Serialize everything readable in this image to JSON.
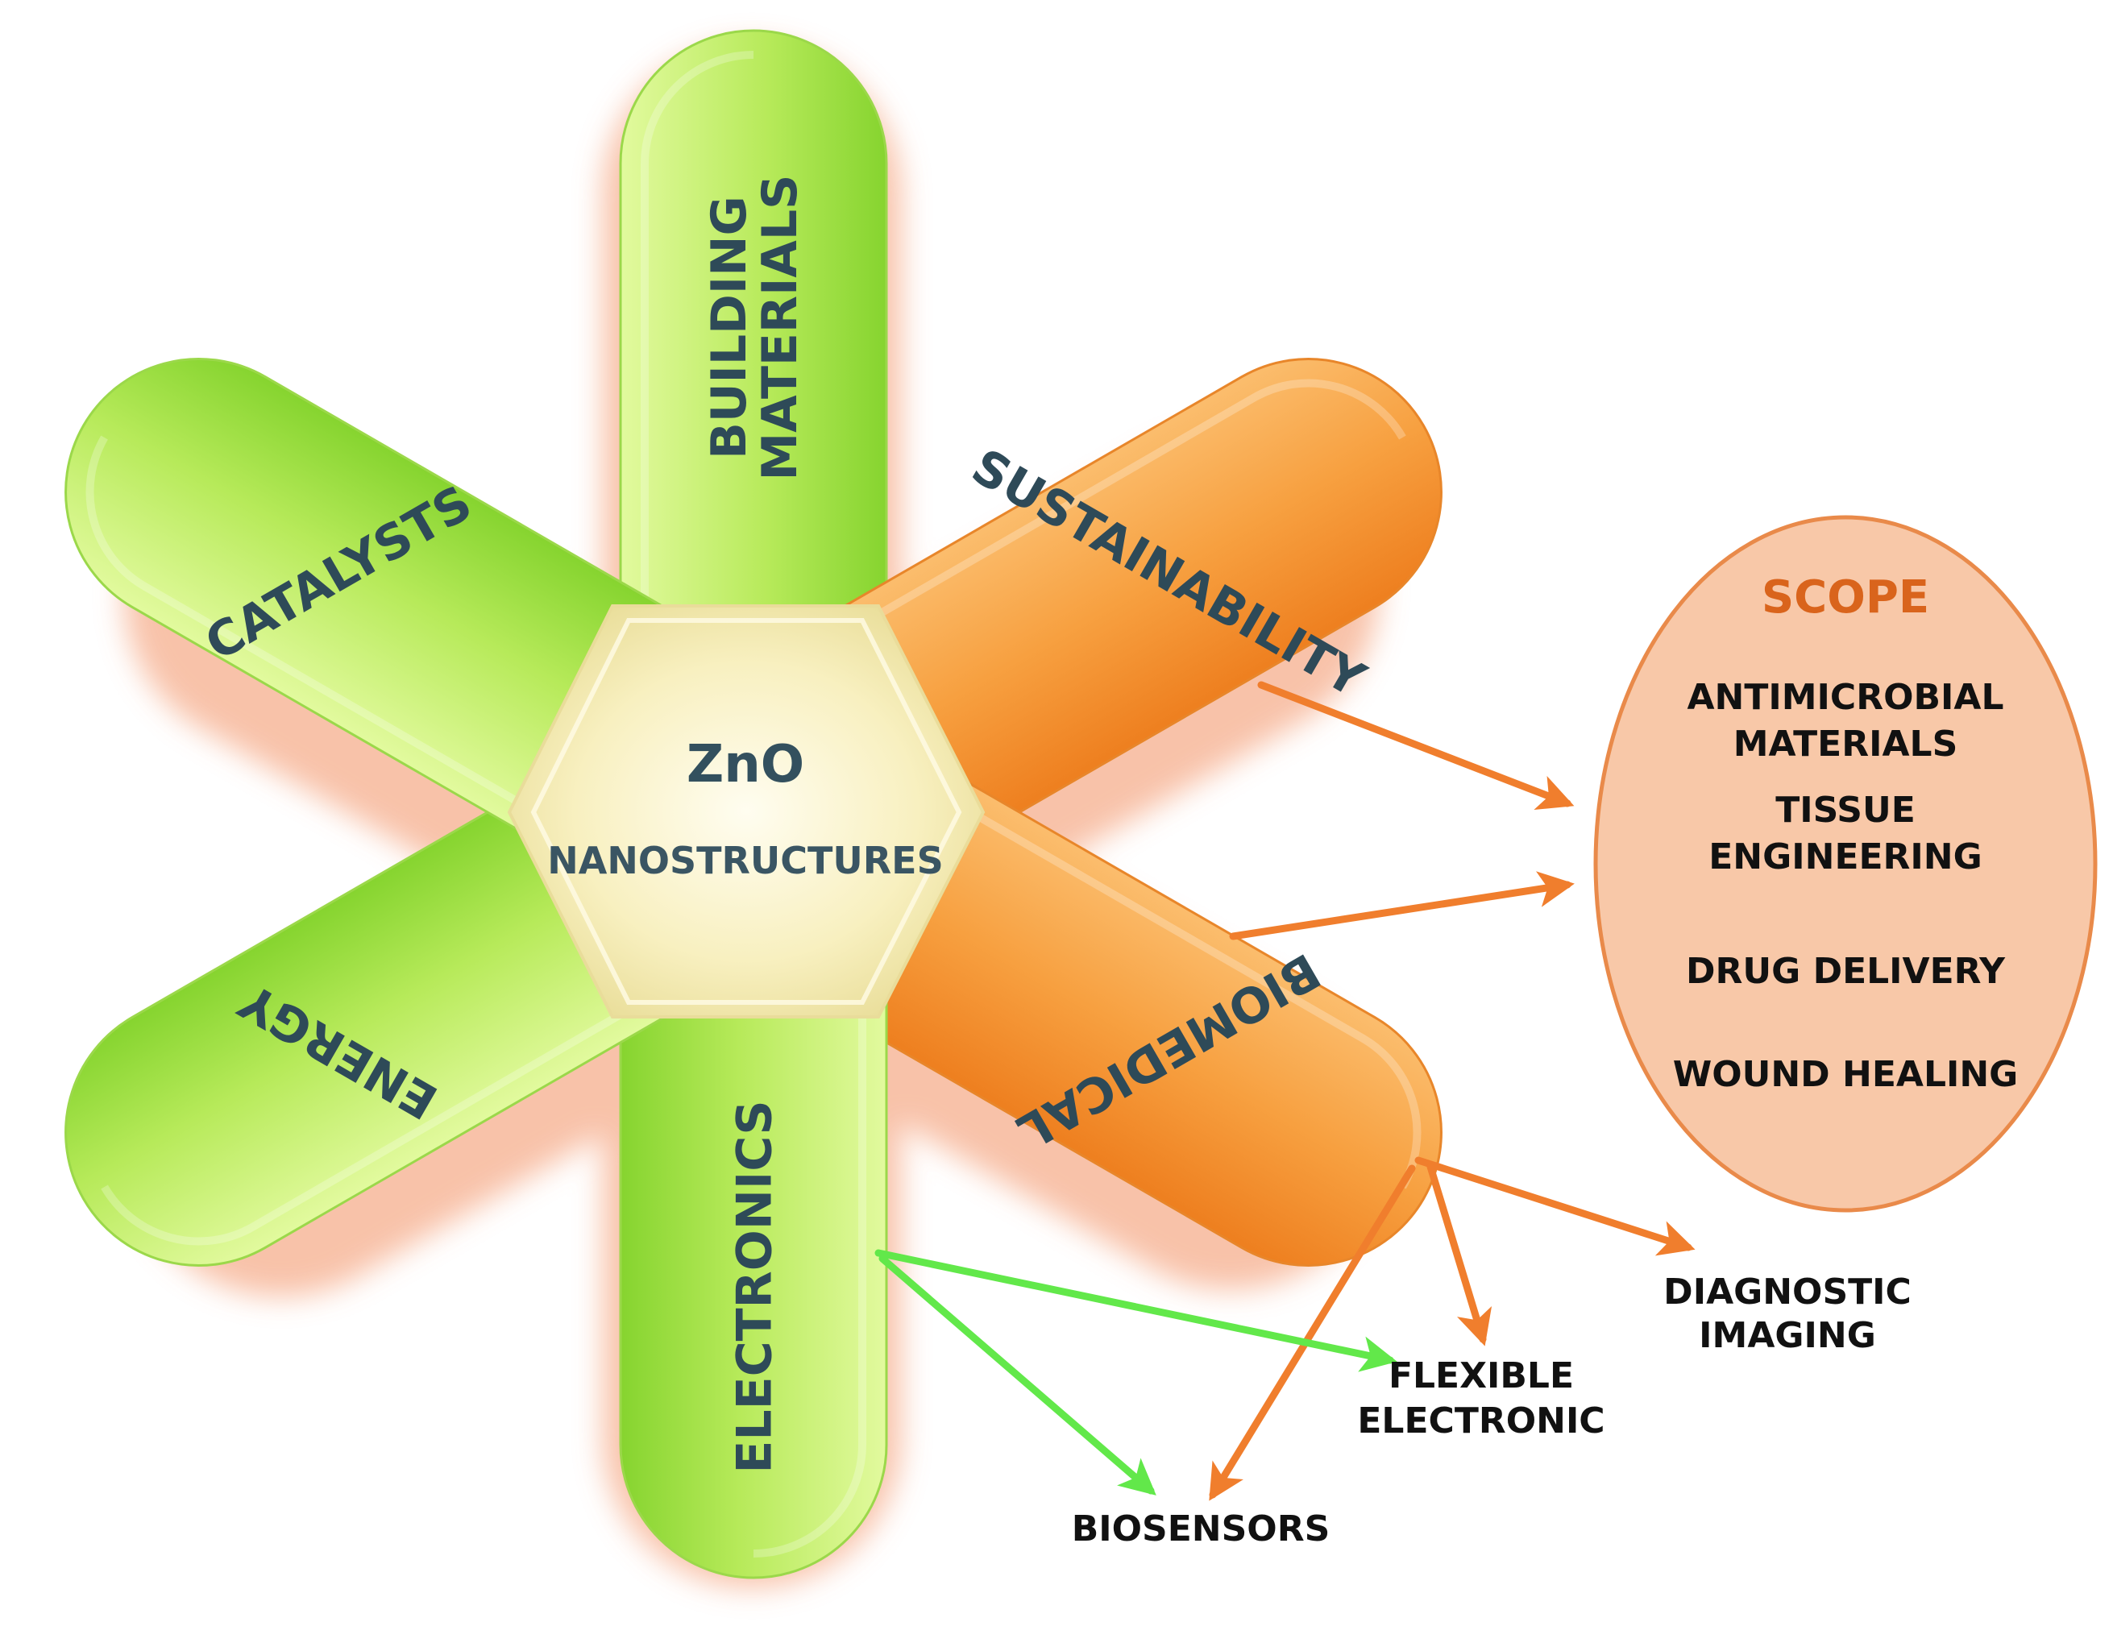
{
  "hub": {
    "title": "ZnO",
    "subtitle": "NANOSTRUCTURES"
  },
  "petals": [
    {
      "label_lines": [
        "BUILDING",
        "MATERIALS"
      ],
      "color": "green"
    },
    {
      "label_lines": [
        "SUSTAINABILITY"
      ],
      "color": "orange"
    },
    {
      "label_lines": [
        "BIOMEDICAL"
      ],
      "color": "orange"
    },
    {
      "label_lines": [
        "ELECTRONICS"
      ],
      "color": "green"
    },
    {
      "label_lines": [
        "ENERGY"
      ],
      "color": "green"
    },
    {
      "label_lines": [
        "CATALYSTS"
      ],
      "color": "green"
    }
  ],
  "scope": {
    "title": "SCOPE",
    "items": [
      {
        "lines": [
          "ANTIMICROBIAL",
          "MATERIALS"
        ]
      },
      {
        "lines": [
          "TISSUE",
          "ENGINEERING"
        ]
      },
      {
        "lines": [
          "DRUG DELIVERY"
        ]
      },
      {
        "lines": [
          "WOUND HEALING"
        ]
      }
    ]
  },
  "applications": [
    {
      "lines": [
        "DIAGNOSTIC",
        "IMAGING"
      ]
    },
    {
      "lines": [
        "FLEXIBLE",
        "ELECTRONIC"
      ]
    },
    {
      "lines": [
        "BIOSENSORS"
      ]
    }
  ],
  "colors": {
    "green_light": "#d8f58a",
    "green_dark": "#86d42f",
    "orange_light": "#fbb867",
    "orange_dark": "#ee7f1f",
    "glow": "#f7b79a",
    "hub_light": "#fffbe2",
    "hub_dark": "#efe29f",
    "scope_fill": "#f8c8a8",
    "scope_stroke": "#e98a4a",
    "arrow_orange": "#f07e2d",
    "arrow_green": "#62e84a"
  }
}
